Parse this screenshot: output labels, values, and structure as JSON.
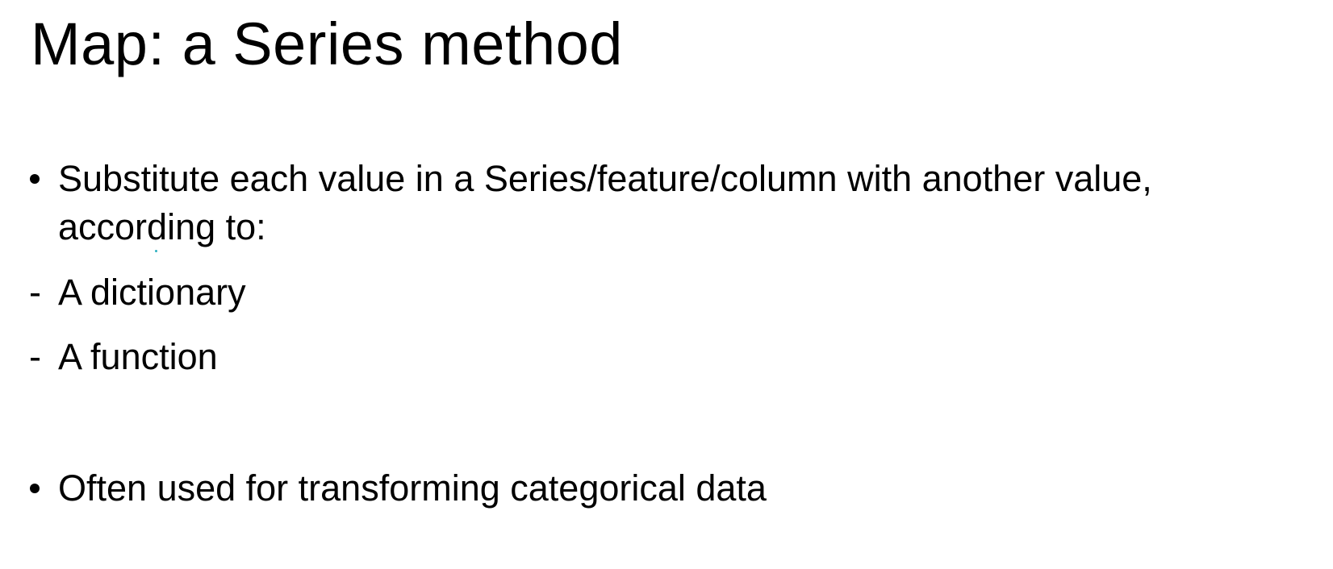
{
  "slide": {
    "title": "Map: a Series method",
    "bullets": [
      {
        "marker": "dot",
        "line1": "Substitute each value in a Series/feature/column with another value,",
        "line2": "according to:"
      },
      {
        "marker": "-",
        "text": "A dictionary"
      },
      {
        "marker": "-",
        "text": "A function"
      },
      {
        "marker": "dot",
        "text": "Often used for transforming categorical data"
      }
    ]
  }
}
